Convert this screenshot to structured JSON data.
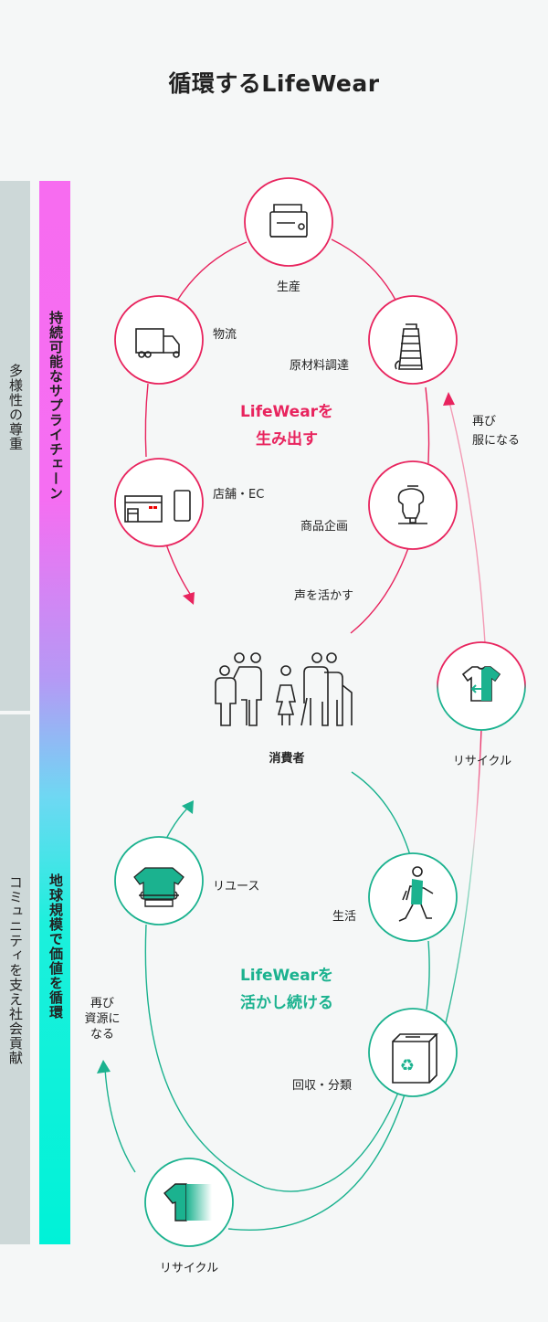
{
  "title": "循環するLifeWear",
  "side_labels": {
    "top_outer": "多様性の尊重",
    "bottom_outer": "コミュニティを支え社会貢献",
    "top_inner": "持続可能なサプライチェーン",
    "bottom_inner": "地球規模で価値を循環"
  },
  "supply_cycle": {
    "center_line1": "LifeWearを",
    "center_line2": "生み出す",
    "nodes": {
      "production": "生産",
      "logistics": "物流",
      "materials": "原材料調達",
      "store": "店舗・EC",
      "planning": "商品企画"
    },
    "feedback": "声を活かす"
  },
  "consumer": "消費者",
  "recycle_right": {
    "label": "リサイクル",
    "note_line1": "再び",
    "note_line2": "服になる"
  },
  "use_cycle": {
    "center_line1": "LifeWearを",
    "center_line2": "活かし続ける",
    "nodes": {
      "reuse": "リユース",
      "life": "生活",
      "collection": "回収・分類",
      "recycle": "リサイクル"
    },
    "note_line1": "再び",
    "note_line2": "資源に",
    "note_line3": "なる"
  },
  "colors": {
    "pink": "#e8245e",
    "green": "#1bb28f",
    "bg": "#f5f7f7"
  }
}
